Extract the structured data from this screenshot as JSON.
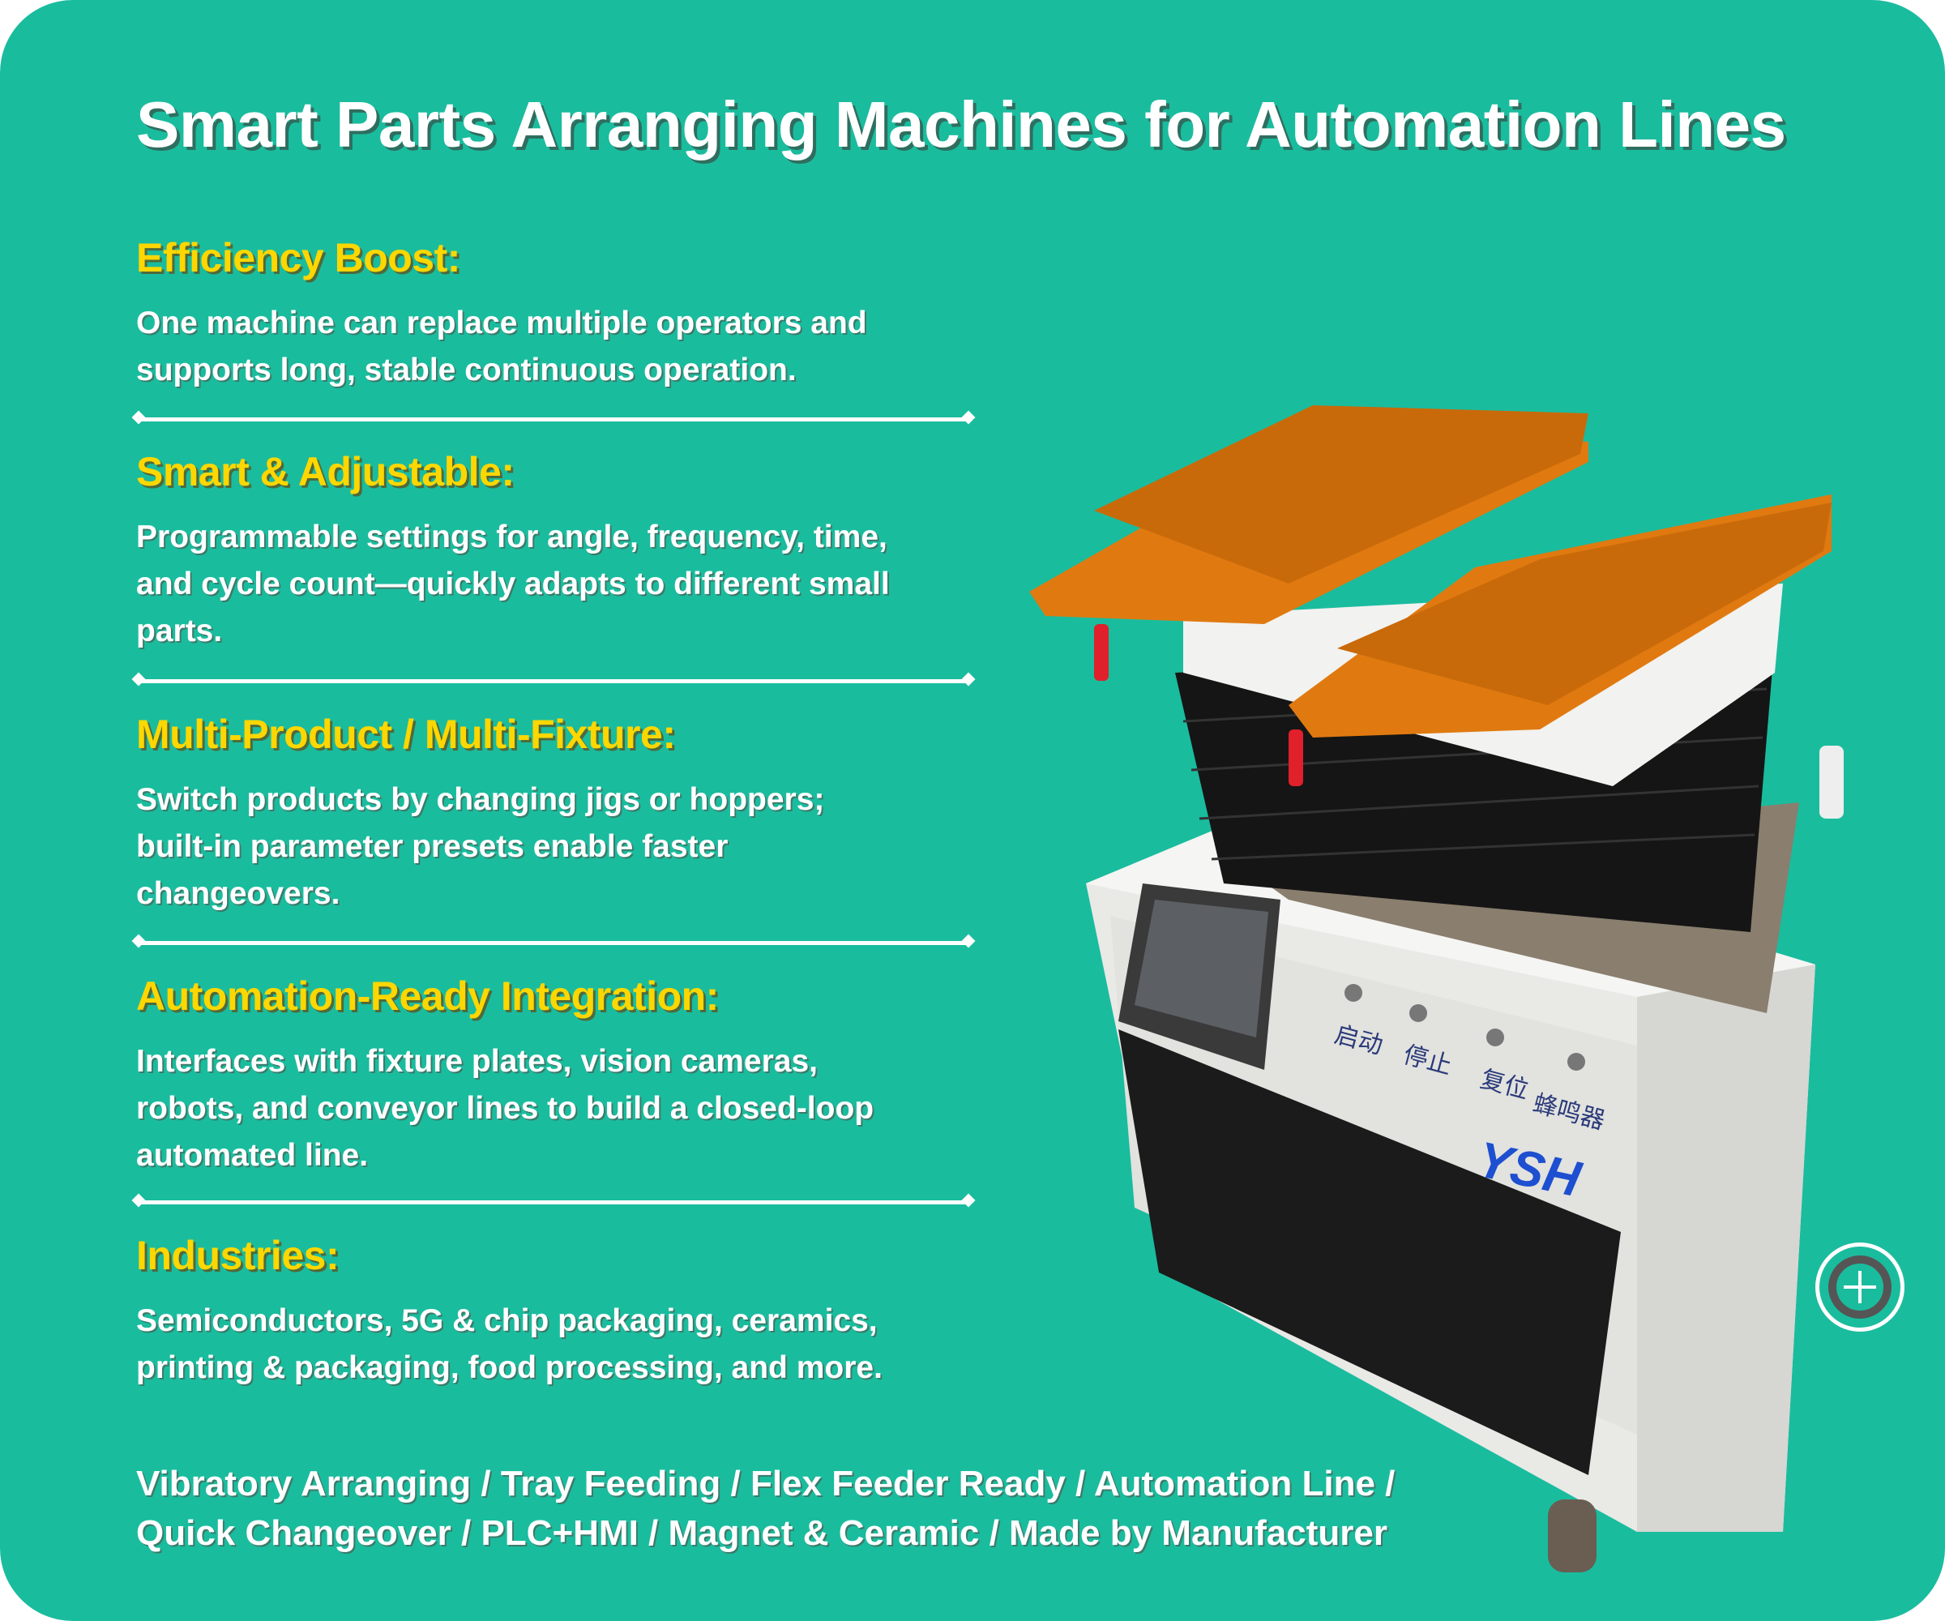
{
  "title": "Smart Parts Arranging Machines for Automation Lines",
  "sections": [
    {
      "heading": "Efficiency Boost:",
      "lines": [
        "One machine can replace multiple operators and",
        "supports long, stable continuous operation."
      ]
    },
    {
      "heading": "Smart & Adjustable:",
      "lines": [
        "Programmable settings for angle, frequency, time,",
        "and cycle count—quickly adapts to different small",
        "parts."
      ]
    },
    {
      "heading": "Multi-Product / Multi-Fixture:",
      "lines": [
        "Switch products by changing jigs or hoppers;",
        "built-in parameter presets enable faster",
        "changeovers."
      ]
    },
    {
      "heading": "Automation-Ready Integration:",
      "lines": [
        "Interfaces with fixture plates, vision cameras,",
        "robots, and conveyor lines to build a closed-loop",
        "automated line."
      ]
    },
    {
      "heading": "Industries:",
      "lines": [
        "Semiconductors, 5G & chip packaging, ceramics,",
        "printing & packaging, food processing, and more."
      ]
    }
  ],
  "tags": [
    "Vibratory Arranging / Tray Feeding / Flex Feeder Ready / Automation Line /",
    "Quick Changeover / PLC+HMI / Magnet & Ceramic / Made by Manufacturer"
  ],
  "machine": {
    "logo": "YSH",
    "buttons": [
      "启动",
      "停止",
      "复位",
      "蜂鸣器"
    ]
  },
  "zoom_button": {
    "icon": "zoom-in-plus-icon"
  },
  "colors": {
    "background": "#1abc9e",
    "heading": "#ffd700",
    "text": "#ffffff",
    "tray": "#e07a10",
    "logo": "#1d4fd0"
  }
}
